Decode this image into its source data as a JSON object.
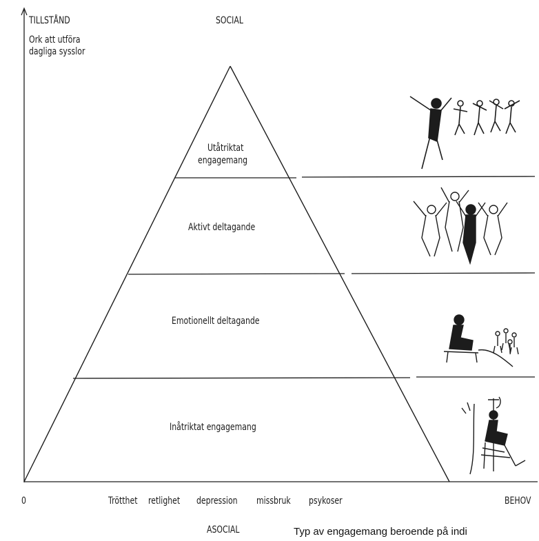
{
  "axes": {
    "y_title": "TILLSTÅND",
    "y_subtitle_line1": "Ork att utföra",
    "y_subtitle_line2": "dagliga sysslor",
    "top_label": "SOCIAL",
    "bottom_label": "ASOCIAL",
    "origin_label": "0",
    "x_end_label": "BEHOV",
    "x_axis_terms": [
      "Trötthet",
      "retlighet",
      "depression",
      "missbruk",
      "psykoser"
    ]
  },
  "levels": [
    {
      "line1": "Utåtriktat",
      "line2": "engagemang",
      "icon": "jumping-people-icon"
    },
    {
      "line1": "Aktivt deltagande",
      "line2": "",
      "icon": "cheering-group-icon"
    },
    {
      "line1": "Emotionellt deltagande",
      "line2": "",
      "icon": "seated-watcher-icon"
    },
    {
      "line1": "Inåtriktat engagemang",
      "line2": "",
      "icon": "patient-with-drip-icon"
    }
  ],
  "caption": "Typ av engagemang beroende på indi",
  "colors": {
    "ink": "#1c1c1c",
    "background": "#ffffff"
  }
}
